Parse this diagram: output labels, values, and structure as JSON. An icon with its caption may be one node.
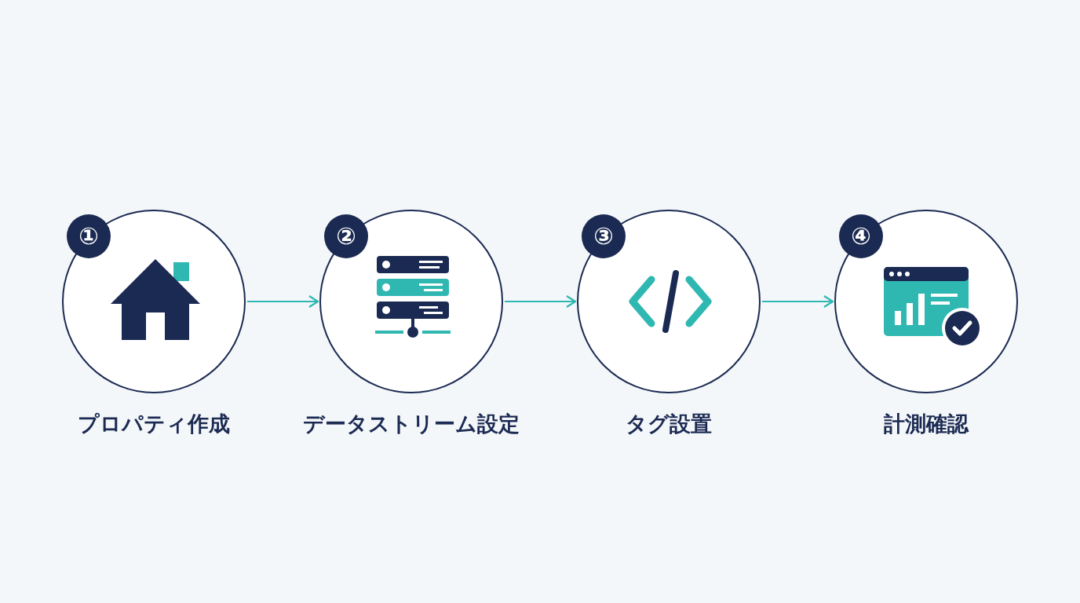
{
  "diagram": {
    "nodes": [
      {
        "text": [
          "①"
        ],
        "in": 1
      },
      {
        "text": [
          "プロパティ作成"
        ]
      },
      {
        "text": [
          "②"
        ],
        "in": 3
      },
      {
        "text": [
          "データストリーム設定"
        ]
      },
      {
        "text": [
          "③"
        ],
        "in": 5
      },
      {
        "text": [
          "タグ設置"
        ]
      },
      {
        "text": [
          "④"
        ],
        "in": 7
      },
      {
        "text": [
          "計測確認"
        ]
      }
    ],
    "edges": [
      {
        "from": 1,
        "to": 3,
        "arrow": "to"
      },
      {
        "from": 3,
        "to": 5,
        "arrow": "to"
      },
      {
        "from": 5,
        "to": 7,
        "arrow": "to"
      }
    ]
  }
}
